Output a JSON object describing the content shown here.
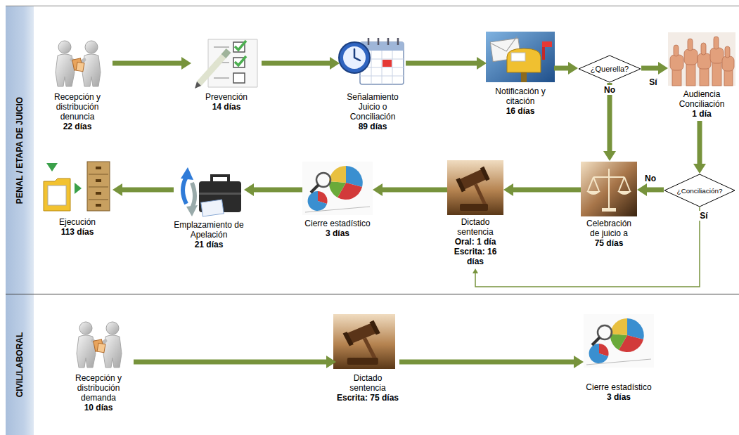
{
  "diagram": {
    "nodes": [
      {
        "text": [
          "PENAL / ETAPA DE JUICIO"
        ]
      },
      {
        "text": [
          "Recepción y distribución denuncia",
          "22 días"
        ],
        "in": 0
      },
      {
        "text": [
          "Prevención",
          "14 días"
        ],
        "in": 0
      },
      {
        "text": [
          "Señalamiento Juicio o Conciliación",
          "89 días"
        ],
        "in": 0
      },
      {
        "text": [
          "Notificación y citación",
          "16 días"
        ],
        "in": 0
      },
      {
        "text": [
          "¿Querella?"
        ],
        "in": 0
      },
      {
        "text": [
          "Audiencia Conciliación",
          "1 día"
        ],
        "in": 0
      },
      {
        "text": [
          "¿Conciliación?"
        ],
        "in": 0
      },
      {
        "text": [
          "Celebración de juicio a",
          "75 días"
        ],
        "in": 0
      },
      {
        "text": [
          "Dictado sentencia",
          "Oral: 1 día",
          "Escrita: 16 días"
        ],
        "in": 0
      },
      {
        "text": [
          "Cierre estadístico",
          "3 días"
        ],
        "in": 0
      },
      {
        "text": [
          "Emplazamiento de Apelación",
          "21 días"
        ],
        "in": 0
      },
      {
        "text": [
          "Ejecución",
          "113 días"
        ],
        "in": 0
      },
      {
        "text": [
          "CIVIL/LABORAL"
        ]
      },
      {
        "text": [
          "Recepción y distribución demanda",
          "10 días"
        ],
        "in": 13
      },
      {
        "text": [
          "Dictado sentencia",
          "Escrita: 75 días"
        ],
        "in": 13
      },
      {
        "text": [
          "Cierre estadístico",
          "3 días"
        ],
        "in": 13
      }
    ],
    "edges": [
      {
        "from": 1,
        "to": 2,
        "arrow": "to"
      },
      {
        "from": 2,
        "to": 3,
        "arrow": "to"
      },
      {
        "from": 3,
        "to": 4,
        "arrow": "to"
      },
      {
        "from": 4,
        "to": 5,
        "arrow": "to"
      },
      {
        "from": 5,
        "to": 6,
        "label": "Sí",
        "arrow": "to"
      },
      {
        "from": 5,
        "to": 8,
        "label": "No",
        "arrow": "to"
      },
      {
        "from": 6,
        "to": 7,
        "arrow": "to"
      },
      {
        "from": 7,
        "to": 8,
        "label": "No",
        "arrow": "to"
      },
      {
        "from": 7,
        "to": 9,
        "label": "Sí",
        "arrow": "to"
      },
      {
        "from": 8,
        "to": 9,
        "arrow": "to"
      },
      {
        "from": 9,
        "to": 10,
        "arrow": "to"
      },
      {
        "from": 10,
        "to": 11,
        "arrow": "to"
      },
      {
        "from": 11,
        "to": 12,
        "arrow": "to"
      },
      {
        "from": 14,
        "to": 15,
        "arrow": "to"
      },
      {
        "from": 15,
        "to": 16,
        "arrow": "to"
      }
    ]
  }
}
